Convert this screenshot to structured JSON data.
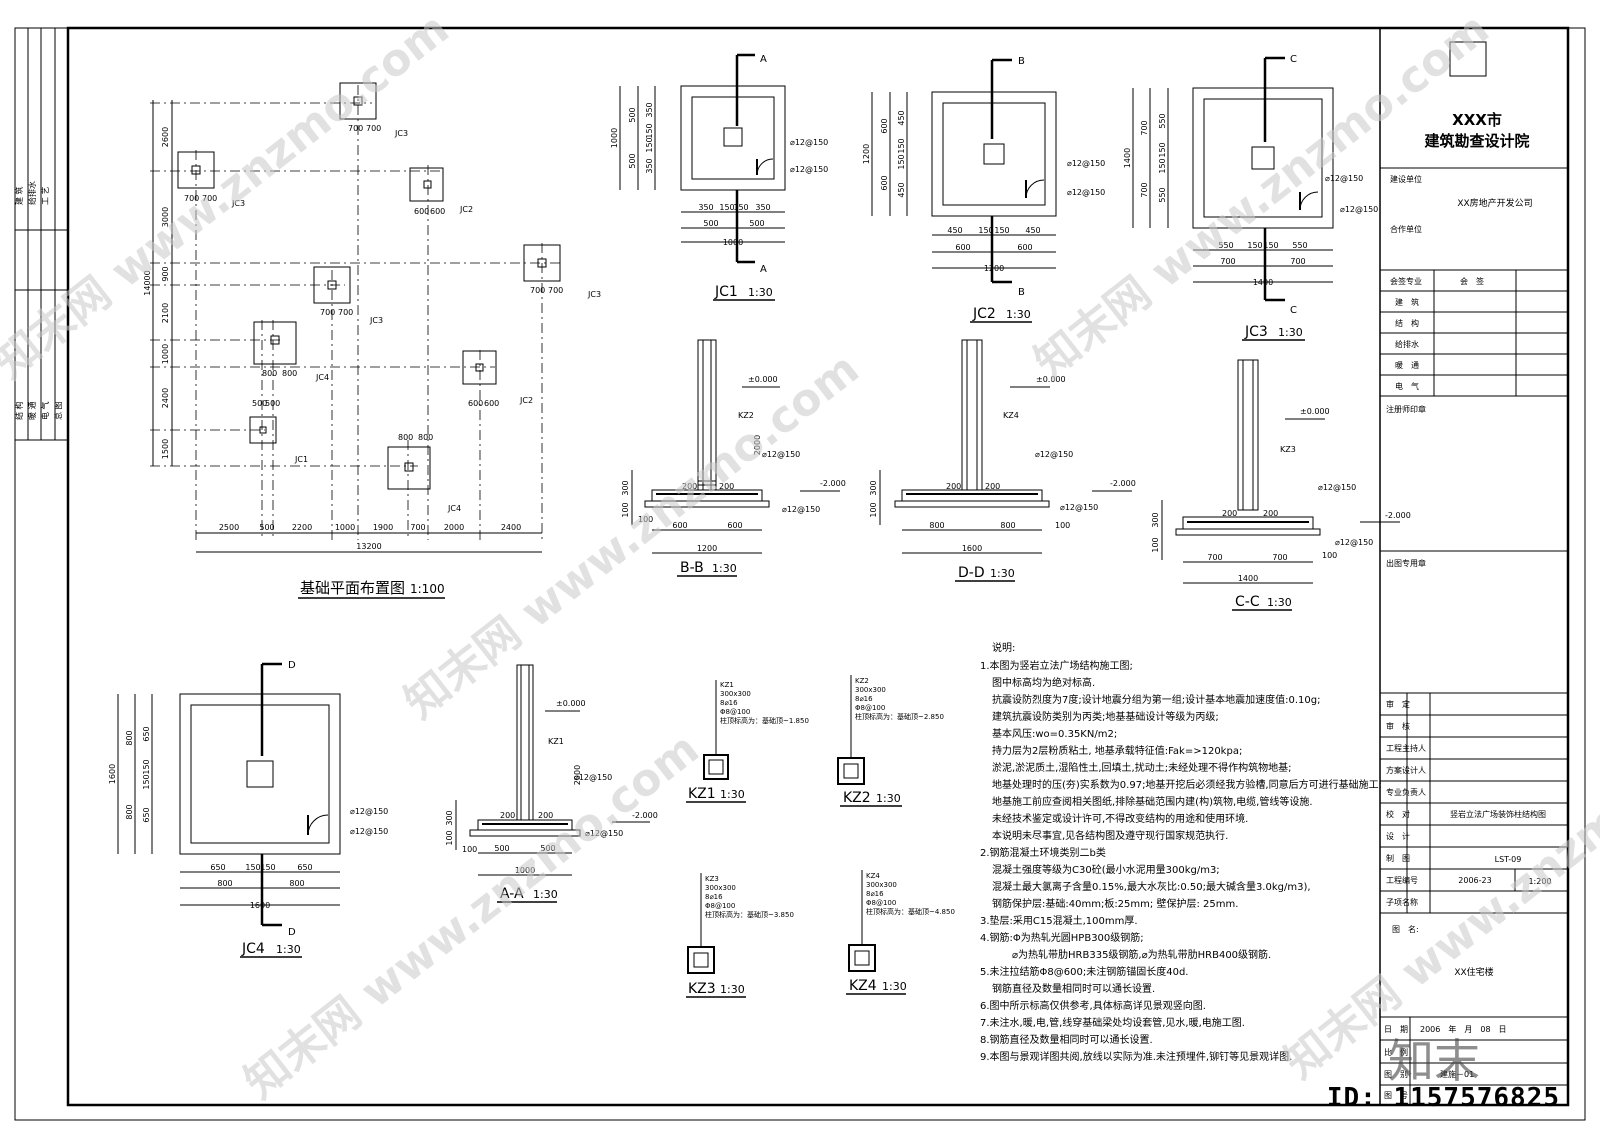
{
  "title_block": {
    "institute_line1": "XXX市",
    "institute_line2": "建筑勘查设计院",
    "client_label": "建设单位",
    "client_value": "XX房地产开发公司",
    "partner_label": "合作单位",
    "countersign_header": "会签专业",
    "countersign_header2": "会　签",
    "countersign_rows": [
      "建　筑",
      "结　构",
      "给排水",
      "暖　通",
      "电　气"
    ],
    "stamp_label": "注册师印章",
    "seal_label": "出图专用章",
    "role_rows": [
      "审　定",
      "审　核",
      "工程主持人",
      "方案设计人",
      "专业负责人",
      "校　对",
      "设　计",
      "制　图",
      "工程编号",
      "子项名称"
    ],
    "project_title": "竖岩立法广场装饰柱结构图",
    "drawing_no": "LST-09",
    "project_no": "2006-23",
    "scale": "1:200",
    "drawing_name_label": "图　名:",
    "drawing_name_value": "XX住宅楼",
    "date_label": "日　期",
    "date_value": "2006　年　月　08　日",
    "ratio_label": "比　例",
    "sheet_label": "图　别",
    "sheet_value": "建施－01",
    "sheetno_label": "图　号"
  },
  "left_strip": {
    "top_labels": [
      "建 筑",
      "给排水",
      "工 艺"
    ],
    "bottom_labels": [
      "结 构",
      "暖 通",
      "电 气",
      "总 图"
    ]
  },
  "plan": {
    "title": "基础平面布置图",
    "scale": "1:100",
    "bottom_dims": [
      "2500",
      "500",
      "2200",
      "1000",
      "1900",
      "700",
      "2000",
      "2400"
    ],
    "total_width": "13200",
    "left_dims": [
      "2600",
      "3000",
      "900",
      "2100",
      "1000",
      "2400",
      "1500"
    ],
    "total_height": "14000",
    "footings": [
      {
        "tag": "JC3",
        "d1": "700",
        "d2": "700"
      },
      {
        "tag": "JC3",
        "d1": "700",
        "d2": "700"
      },
      {
        "tag": "JC2",
        "d1": "600",
        "d2": "600"
      },
      {
        "tag": "JC3",
        "d1": "700",
        "d2": "700"
      },
      {
        "tag": "JC3",
        "d1": "700",
        "d2": "700"
      },
      {
        "tag": "JC4",
        "d1": "800",
        "d2": "800"
      },
      {
        "tag": "JC2",
        "d1": "600",
        "d2": "600"
      },
      {
        "tag": "JC1",
        "d1": "500",
        "d2": "500"
      },
      {
        "tag": "JC4",
        "d1": "800",
        "d2": "800"
      }
    ]
  },
  "jc1": {
    "title": "JC1",
    "scale": "1:30",
    "cut": "A",
    "dims_h": [
      "350",
      "150",
      "150",
      "350"
    ],
    "dims_h2": [
      "500",
      "500"
    ],
    "total": "1000",
    "dims_v": [
      "350",
      "150",
      "150",
      "350"
    ],
    "dims_v2": [
      "500",
      "500"
    ],
    "rebar1": "⌀12@150",
    "rebar2": "⌀12@150"
  },
  "jc2": {
    "title": "JC2",
    "scale": "1:30",
    "cut": "B",
    "dims_h": [
      "450",
      "150",
      "150",
      "450"
    ],
    "dims_h2": [
      "600",
      "600"
    ],
    "total": "1200",
    "dims_v": [
      "450",
      "150",
      "150",
      "450"
    ],
    "dims_v2": [
      "600",
      "600"
    ],
    "rebar1": "⌀12@150",
    "rebar2": "⌀12@150"
  },
  "jc3": {
    "title": "JC3",
    "scale": "1:30",
    "cut": "C",
    "dims_h": [
      "550",
      "150",
      "150",
      "550"
    ],
    "dims_h2": [
      "700",
      "700"
    ],
    "total": "1400",
    "dims_v": [
      "550",
      "150",
      "150",
      "550"
    ],
    "dims_v2": [
      "700",
      "700"
    ],
    "rebar1": "⌀12@150",
    "rebar2": "⌀12@150"
  },
  "jc4": {
    "title": "JC4",
    "scale": "1:30",
    "cut": "D",
    "dims_h": [
      "650",
      "150",
      "150",
      "650"
    ],
    "dims_h2": [
      "800",
      "800"
    ],
    "total": "1600",
    "dims_v": [
      "650",
      "150",
      "150",
      "650"
    ],
    "dims_v2": [
      "800",
      "800"
    ],
    "rebar1": "⌀12@150",
    "rebar2": "⌀12@150"
  },
  "sec_bb": {
    "title": "B-B",
    "scale": "1:30",
    "col": "KZ2",
    "top": "±0.000",
    "bottom": "-2.000",
    "h1": "300",
    "h2": "100",
    "h3": "100",
    "h4": "2000",
    "w": [
      "600",
      "600"
    ],
    "total": "1200",
    "c": "200",
    "rebar": "⌀12@150"
  },
  "sec_dd": {
    "title": "D-D",
    "scale": "1:30",
    "col": "KZ4",
    "top": "±0.000",
    "bottom": "-2.000",
    "h1": "300",
    "h2": "100",
    "h3": "100",
    "h4": "",
    "w": [
      "800",
      "800"
    ],
    "total": "1600",
    "c": "200",
    "rebar": "⌀12@150"
  },
  "sec_cc": {
    "title": "C-C",
    "scale": "1:30",
    "col": "KZ3",
    "top": "±0.000",
    "bottom": "-2.000",
    "h1": "300",
    "h2": "100",
    "h3": "100",
    "h4": "",
    "w": [
      "700",
      "700"
    ],
    "total": "1400",
    "c": "200",
    "rebar": "⌀12@150"
  },
  "sec_aa": {
    "title": "A-A",
    "scale": "1:30",
    "col": "KZ1",
    "top": "±0.000",
    "bottom": "-2.000",
    "h1": "300",
    "h2": "100",
    "h3": "100",
    "h4": "2000",
    "w": [
      "500",
      "500"
    ],
    "total": "1000",
    "c": "200",
    "rebar": "⌀12@150"
  },
  "columns": [
    {
      "name": "KZ1",
      "scale": "1:30",
      "l1": "KZ1",
      "l2": "300x300",
      "l3": "8⌀16",
      "l4": "Φ8@100",
      "l5": "柱顶标高为：基础顶~1.850"
    },
    {
      "name": "KZ2",
      "scale": "1:30",
      "l1": "KZ2",
      "l2": "300x300",
      "l3": "8⌀16",
      "l4": "Φ8@100",
      "l5": "柱顶标高为：基础顶~2.850"
    },
    {
      "name": "KZ3",
      "scale": "1:30",
      "l1": "KZ3",
      "l2": "300x300",
      "l3": "8⌀16",
      "l4": "Φ8@100",
      "l5": "柱顶标高为：基础顶~3.850"
    },
    {
      "name": "KZ4",
      "scale": "1:30",
      "l1": "KZ4",
      "l2": "300x300",
      "l3": "8⌀16",
      "l4": "Φ8@100",
      "l5": "柱顶标高为：基础顶~4.850"
    }
  ],
  "notes": {
    "heading": "说明:",
    "lines": [
      "1.本图为竖岩立法广场结构施工图;",
      "图中标高均为绝对标高.",
      "抗震设防烈度为7度;设计地震分组为第一组;设计基本地震加速度值:0.10g;",
      "建筑抗震设防类别为丙类;地基基础设计等级为丙级;",
      "基本风压:wo=0.35KN/m2;",
      "持力层为2层粉质粘土, 地基承载特征值:Fak=>120kpa;",
      "淤泥,淤泥质土,湿陷性土,回填土,扰动土;未经处理不得作构筑物地基;",
      "地基处理时的压(夯)实系数为0.97;地基开挖后必须经我方验槽,同意后方可进行基础施工;",
      "地基施工前应查阅相关图纸,排除基础范围内建(构)筑物,电缆,管线等设施.",
      "未经技术鉴定或设计许可,不得改变结构的用途和使用环境.",
      "本说明未尽事宜,见各结构图及遵守现行国家规范执行.",
      "2.钢筋混凝土环境类别二b类",
      "混凝土强度等级为C30砼(最小水泥用量300kg/m3;",
      "混凝土最大氯离子含量0.15%,最大水灰比:0.50;最大碱含量3.0kg/m3),",
      "钢筋保护层:基础:40mm;板:25mm; 壁保护层: 25mm.",
      "3.垫层:采用C15混凝土,100mm厚.",
      "4.钢筋:Φ为热轧光圆HPB300级钢筋;",
      "⌀为热轧带肋HRB335级钢筋,⌀为热轧带肋HRB400级钢筋.",
      "5.未注拉结筋Φ8@600;未注钢筋锚固长度40d.",
      "钢筋直径及数量相同时可以通长设置.",
      "6.图中所示标高仅供参考,具体标高详见景观竖向图.",
      "7.未注水,暖,电,管,线穿基础梁处均设套管,见水,暖,电施工图.",
      "8.钢筋直径及数量相同时可以通长设置.",
      "9.本图与景观详图共阅,放线以实际为准.未注预埋件,铆钉等见景观详图."
    ]
  },
  "watermark": {
    "text": "知末网 www.znzmo.com",
    "id": "ID: 1157576825",
    "logo": "知末"
  }
}
